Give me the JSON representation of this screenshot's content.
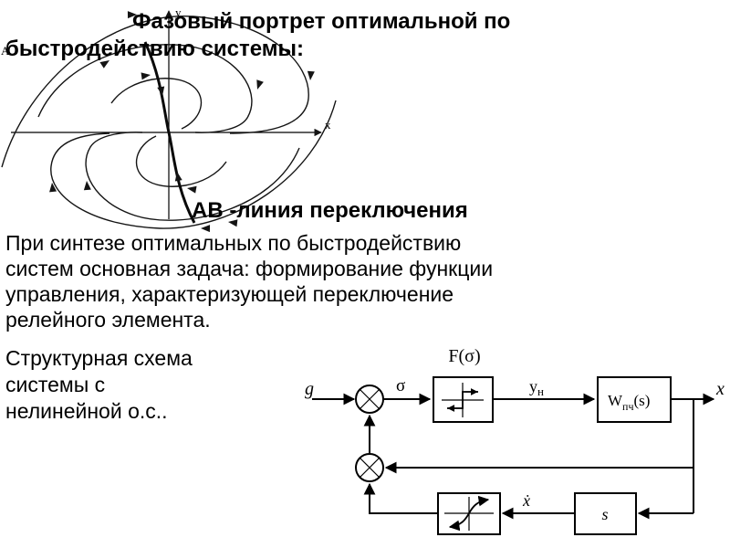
{
  "slide": {
    "title_line1": "Фазовый портрет оптимальной по",
    "title_line2": "быстродействию системы:",
    "switching_caption": "АВ -линия переключения",
    "body_line1": "При синтезе оптимальных по быстродействию",
    "body_line2": "систем основная задача: формирование функции",
    "body_line3": "управления, характеризующей переключение",
    "body_line4": "релейного элемента.",
    "left_caption_line1": "Структурная схема",
    "left_caption_line2": "системы с",
    "left_caption_line3": "нелинейной о.с.."
  },
  "phase_portrait": {
    "y_axis_label": "у",
    "x_axis_label": "x",
    "point_label": "А"
  },
  "block_diagram": {
    "input_label": "g",
    "error_label": "σ",
    "relay_block_label": "F(σ)",
    "relay_output_base": "y",
    "relay_output_sub": "н",
    "plant_base": "W",
    "plant_sub": "пч",
    "plant_arg": "(s)",
    "output_label": "x",
    "derivative_label": "ẋ",
    "s_block_label": "s"
  }
}
